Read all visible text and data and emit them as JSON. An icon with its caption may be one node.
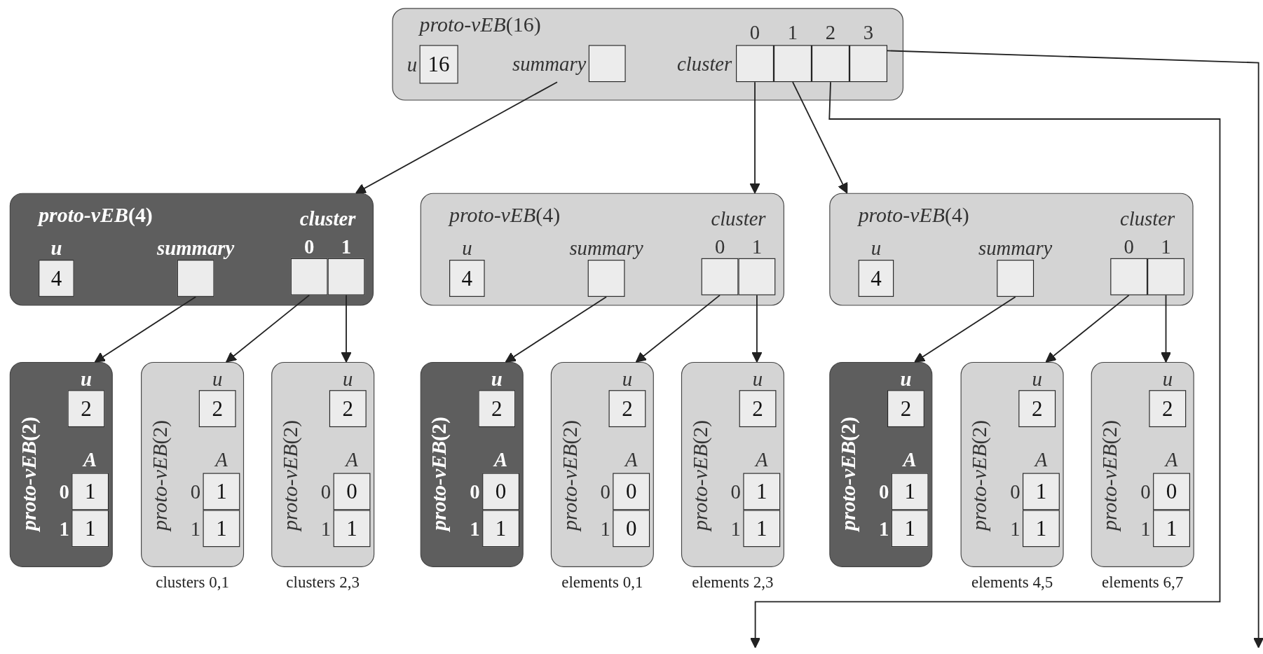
{
  "diagram": {
    "nodes": [
      {
        "text": [
          "*proto-vEB*(16)"
        ]
      },
      {
        "text": [
          "u",
          "16"
        ],
        "in": 0
      },
      {
        "text": [
          "summary"
        ],
        "in": 0
      },
      {
        "text": [
          "cluster"
        ],
        "in": 0
      },
      {
        "text": [
          "0"
        ],
        "in": 3
      },
      {
        "text": [
          "1"
        ],
        "in": 3
      },
      {
        "text": [
          "2"
        ],
        "in": 3
      },
      {
        "text": [
          "3"
        ],
        "in": 3
      },
      {
        "text": [
          "*proto-vEB*(4)"
        ]
      },
      {
        "text": [
          "u",
          "4"
        ],
        "in": 8
      },
      {
        "text": [
          "summary"
        ],
        "in": 8
      },
      {
        "text": [
          "cluster"
        ],
        "in": 8
      },
      {
        "text": [
          "0"
        ],
        "in": 11
      },
      {
        "text": [
          "1"
        ],
        "in": 11
      },
      {
        "text": [
          "*proto-vEB*(4)"
        ]
      },
      {
        "text": [
          "u",
          "4"
        ],
        "in": 14
      },
      {
        "text": [
          "summary"
        ],
        "in": 14
      },
      {
        "text": [
          "cluster"
        ],
        "in": 14
      },
      {
        "text": [
          "0"
        ],
        "in": 17
      },
      {
        "text": [
          "1"
        ],
        "in": 17
      },
      {
        "text": [
          "*proto-vEB*(4)"
        ]
      },
      {
        "text": [
          "u",
          "4"
        ],
        "in": 20
      },
      {
        "text": [
          "summary"
        ],
        "in": 20
      },
      {
        "text": [
          "cluster"
        ],
        "in": 20
      },
      {
        "text": [
          "0"
        ],
        "in": 23
      },
      {
        "text": [
          "1"
        ],
        "in": 23
      },
      {
        "text": [
          "*proto-vEB*(2)"
        ]
      },
      {
        "text": [
          "u",
          "2"
        ],
        "in": 26
      },
      {
        "text": [
          "A"
        ],
        "in": 26
      },
      {
        "text": [
          "0",
          "1"
        ],
        "in": 28
      },
      {
        "text": [
          "1",
          "1"
        ],
        "in": 28
      },
      {
        "text": [
          "*proto-vEB*(2)"
        ],
        "beside": [
          "clusters 0,1"
        ]
      },
      {
        "text": [
          "u",
          "2"
        ],
        "in": 31
      },
      {
        "text": [
          "A"
        ],
        "in": 31
      },
      {
        "text": [
          "0",
          "1"
        ],
        "in": 33
      },
      {
        "text": [
          "1",
          "1"
        ],
        "in": 33
      },
      {
        "text": [
          "*proto-vEB*(2)"
        ],
        "beside": [
          "clusters 2,3"
        ]
      },
      {
        "text": [
          "u",
          "2"
        ],
        "in": 36
      },
      {
        "text": [
          "A"
        ],
        "in": 36
      },
      {
        "text": [
          "0",
          "0"
        ],
        "in": 38
      },
      {
        "text": [
          "1",
          "1"
        ],
        "in": 38
      },
      {
        "text": [
          "*proto-vEB*(2)"
        ]
      },
      {
        "text": [
          "u",
          "2"
        ],
        "in": 41
      },
      {
        "text": [
          "A"
        ],
        "in": 41
      },
      {
        "text": [
          "0",
          "0"
        ],
        "in": 43
      },
      {
        "text": [
          "1",
          "1"
        ],
        "in": 43
      },
      {
        "text": [
          "*proto-vEB*(2)"
        ],
        "beside": [
          "elements 0,1"
        ]
      },
      {
        "text": [
          "u",
          "2"
        ],
        "in": 46
      },
      {
        "text": [
          "A"
        ],
        "in": 46
      },
      {
        "text": [
          "0",
          "0"
        ],
        "in": 48
      },
      {
        "text": [
          "1",
          "0"
        ],
        "in": 48
      },
      {
        "text": [
          "*proto-vEB*(2)"
        ],
        "beside": [
          "elements 2,3"
        ]
      },
      {
        "text": [
          "u",
          "2"
        ],
        "in": 51
      },
      {
        "text": [
          "A"
        ],
        "in": 51
      },
      {
        "text": [
          "0",
          "1"
        ],
        "in": 53
      },
      {
        "text": [
          "1",
          "1"
        ],
        "in": 53
      },
      {
        "text": [
          "*proto-vEB*(2)"
        ]
      },
      {
        "text": [
          "u",
          "2"
        ],
        "in": 56
      },
      {
        "text": [
          "A"
        ],
        "in": 56
      },
      {
        "text": [
          "0",
          "1"
        ],
        "in": 58
      },
      {
        "text": [
          "1",
          "1"
        ],
        "in": 58
      },
      {
        "text": [
          "*proto-vEB*(2)"
        ],
        "beside": [
          "elements 4,5"
        ]
      },
      {
        "text": [
          "u",
          "2"
        ],
        "in": 61
      },
      {
        "text": [
          "A"
        ],
        "in": 61
      },
      {
        "text": [
          "0",
          "1"
        ],
        "in": 63
      },
      {
        "text": [
          "1",
          "1"
        ],
        "in": 63
      },
      {
        "text": [
          "*proto-vEB*(2)"
        ],
        "beside": [
          "elements 6,7"
        ]
      },
      {
        "text": [
          "u",
          "2"
        ],
        "in": 66
      },
      {
        "text": [
          "A"
        ],
        "in": 66
      },
      {
        "text": [
          "0",
          "0"
        ],
        "in": 68
      },
      {
        "text": [
          "1",
          "1"
        ],
        "in": 68
      }
    ],
    "edges": [
      {
        "from": 2,
        "to": 8,
        "arrow": "to"
      },
      {
        "from": 4,
        "to": 14,
        "arrow": "to"
      },
      {
        "from": 5,
        "to": 20,
        "arrow": "to"
      },
      {
        "from": 6,
        "to": null,
        "arrow": "to"
      },
      {
        "from": 7,
        "to": null,
        "arrow": "to"
      },
      {
        "from": 10,
        "to": 26,
        "arrow": "to"
      },
      {
        "from": 12,
        "to": 31,
        "arrow": "to"
      },
      {
        "from": 13,
        "to": 36,
        "arrow": "to"
      },
      {
        "from": 16,
        "to": 41,
        "arrow": "to"
      },
      {
        "from": 18,
        "to": 46,
        "arrow": "to"
      },
      {
        "from": 19,
        "to": 51,
        "arrow": "to"
      },
      {
        "from": 22,
        "to": 56,
        "arrow": "to"
      },
      {
        "from": 24,
        "to": 61,
        "arrow": "to"
      },
      {
        "from": 25,
        "to": 66,
        "arrow": "to"
      }
    ]
  }
}
